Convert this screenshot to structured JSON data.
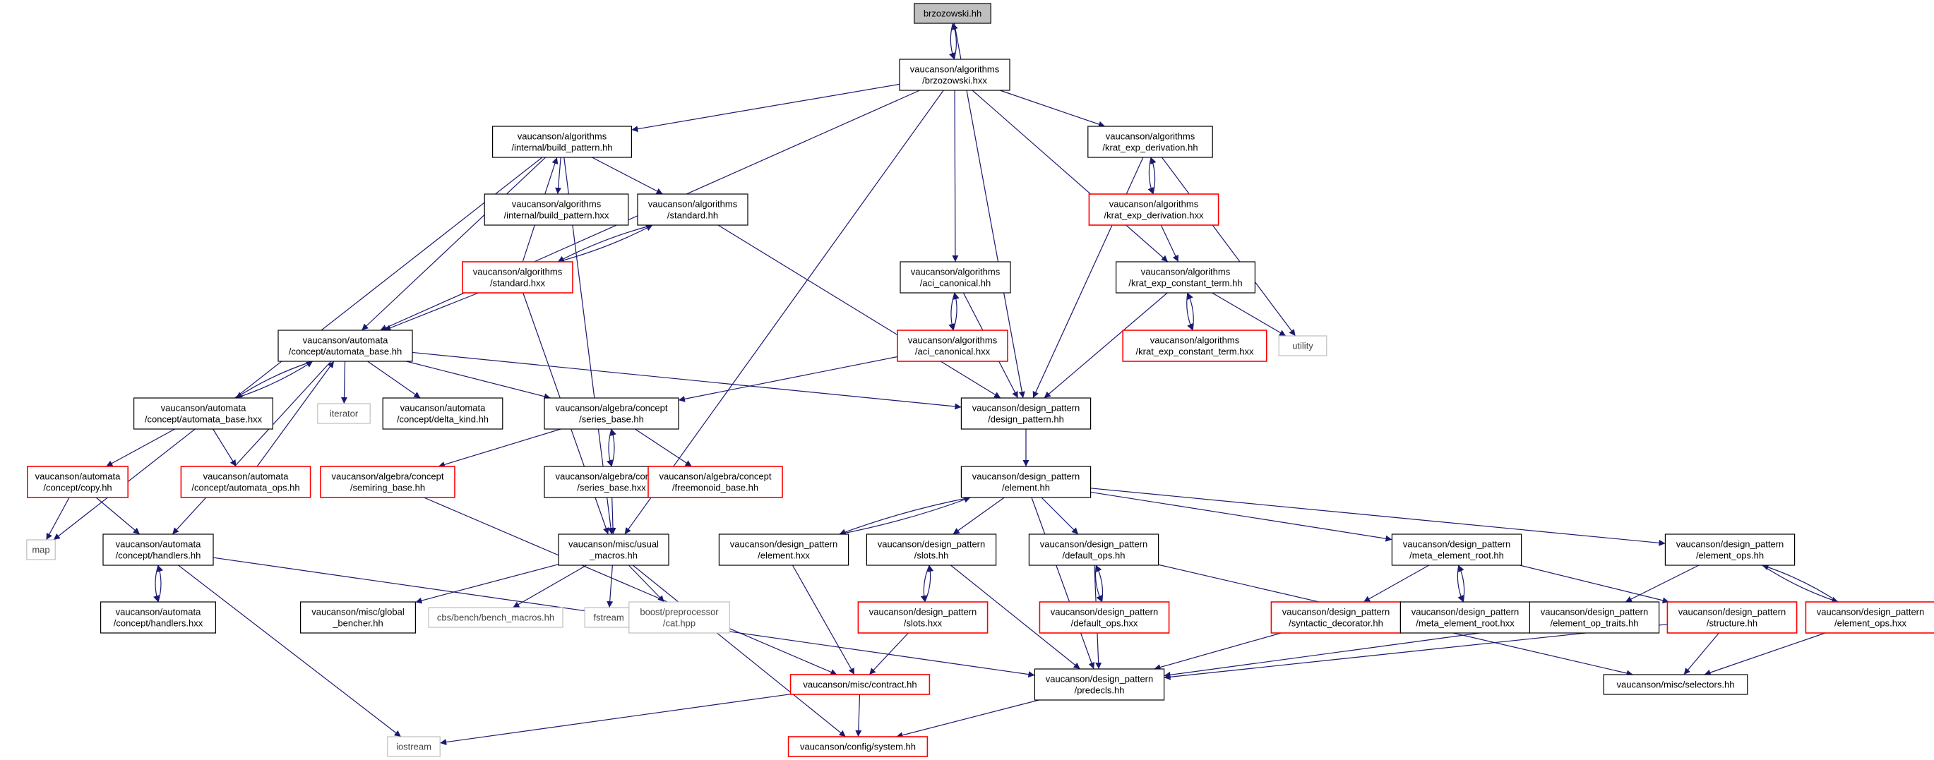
{
  "style": {
    "edge_color": "#191970",
    "box_black": "#000000",
    "box_red": "#ff0000",
    "box_gray": "#bfbfbf",
    "root_fill": "#bfbfbf",
    "fill": "#ffffff"
  },
  "nodes": [
    {
      "id": "n0",
      "kind": "root",
      "lines": [
        "brzozowski.hh"
      ]
    },
    {
      "id": "n1",
      "kind": "black",
      "lines": [
        "vaucanson/algorithms",
        "/brzozowski.hxx"
      ]
    },
    {
      "id": "n2",
      "kind": "black",
      "lines": [
        "vaucanson/algorithms",
        "/internal/build_pattern.hh"
      ]
    },
    {
      "id": "n3",
      "kind": "black",
      "lines": [
        "vaucanson/algorithms",
        "/krat_exp_derivation.hh"
      ]
    },
    {
      "id": "n4",
      "kind": "black",
      "lines": [
        "vaucanson/algorithms",
        "/internal/build_pattern.hxx"
      ]
    },
    {
      "id": "n5",
      "kind": "black",
      "lines": [
        "vaucanson/algorithms",
        "/standard.hh"
      ]
    },
    {
      "id": "n6",
      "kind": "red",
      "lines": [
        "vaucanson/algorithms",
        "/standard.hxx"
      ]
    },
    {
      "id": "n7",
      "kind": "black",
      "lines": [
        "vaucanson/algorithms",
        "/aci_canonical.hh"
      ]
    },
    {
      "id": "n8",
      "kind": "red",
      "lines": [
        "vaucanson/algorithms",
        "/aci_canonical.hxx"
      ]
    },
    {
      "id": "n9",
      "kind": "red",
      "lines": [
        "vaucanson/algorithms",
        "/krat_exp_derivation.hxx"
      ]
    },
    {
      "id": "n10",
      "kind": "black",
      "lines": [
        "vaucanson/algorithms",
        "/krat_exp_constant_term.hh"
      ]
    },
    {
      "id": "n11",
      "kind": "red",
      "lines": [
        "vaucanson/algorithms",
        "/krat_exp_constant_term.hxx"
      ]
    },
    {
      "id": "n12",
      "kind": "gray",
      "lines": [
        "utility"
      ]
    },
    {
      "id": "n13",
      "kind": "black",
      "lines": [
        "vaucanson/automata",
        "/concept/automata_base.hh"
      ]
    },
    {
      "id": "n14",
      "kind": "gray",
      "lines": [
        "iterator"
      ]
    },
    {
      "id": "n15",
      "kind": "black",
      "lines": [
        "vaucanson/automata",
        "/concept/delta_kind.hh"
      ]
    },
    {
      "id": "n16",
      "kind": "black",
      "lines": [
        "vaucanson/automata",
        "/concept/automata_base.hxx"
      ]
    },
    {
      "id": "n17",
      "kind": "black",
      "lines": [
        "vaucanson/algebra/concept",
        "/series_base.hh"
      ]
    },
    {
      "id": "n18",
      "kind": "black",
      "lines": [
        "vaucanson/design_pattern",
        "/design_pattern.hh"
      ]
    },
    {
      "id": "n19",
      "kind": "red",
      "lines": [
        "vaucanson/automata",
        "/concept/copy.hh"
      ]
    },
    {
      "id": "n20",
      "kind": "red",
      "lines": [
        "vaucanson/automata",
        "/concept/automata_ops.hh"
      ]
    },
    {
      "id": "n21",
      "kind": "red",
      "lines": [
        "vaucanson/algebra/concept",
        "/semiring_base.hh"
      ]
    },
    {
      "id": "n22",
      "kind": "black",
      "lines": [
        "vaucanson/algebra/concept",
        "/series_base.hxx"
      ]
    },
    {
      "id": "n23",
      "kind": "red",
      "lines": [
        "vaucanson/algebra/concept",
        "/freemonoid_base.hh"
      ]
    },
    {
      "id": "n24",
      "kind": "black",
      "lines": [
        "vaucanson/design_pattern",
        "/element.hh"
      ]
    },
    {
      "id": "n25",
      "kind": "gray",
      "lines": [
        "map"
      ]
    },
    {
      "id": "n26",
      "kind": "black",
      "lines": [
        "vaucanson/automata",
        "/concept/handlers.hh"
      ]
    },
    {
      "id": "n27",
      "kind": "black",
      "lines": [
        "vaucanson/misc/usual",
        "_macros.hh"
      ]
    },
    {
      "id": "n28",
      "kind": "black",
      "lines": [
        "vaucanson/design_pattern",
        "/element.hxx"
      ]
    },
    {
      "id": "n29",
      "kind": "black",
      "lines": [
        "vaucanson/design_pattern",
        "/slots.hh"
      ]
    },
    {
      "id": "n30",
      "kind": "black",
      "lines": [
        "vaucanson/design_pattern",
        "/default_ops.hh"
      ]
    },
    {
      "id": "n31",
      "kind": "black",
      "lines": [
        "vaucanson/design_pattern",
        "/meta_element_root.hh"
      ]
    },
    {
      "id": "n32",
      "kind": "black",
      "lines": [
        "vaucanson/design_pattern",
        "/element_ops.hh"
      ]
    },
    {
      "id": "n33",
      "kind": "black",
      "lines": [
        "vaucanson/automata",
        "/concept/handlers.hxx"
      ]
    },
    {
      "id": "n34",
      "kind": "black",
      "lines": [
        "vaucanson/misc/global",
        "_bencher.hh"
      ]
    },
    {
      "id": "n35",
      "kind": "gray",
      "lines": [
        "cbs/bench/bench_macros.hh"
      ]
    },
    {
      "id": "n36",
      "kind": "gray",
      "lines": [
        "fstream"
      ]
    },
    {
      "id": "n37",
      "kind": "gray",
      "lines": [
        "boost/preprocessor",
        "/cat.hpp"
      ]
    },
    {
      "id": "n38",
      "kind": "red",
      "lines": [
        "vaucanson/design_pattern",
        "/slots.hxx"
      ]
    },
    {
      "id": "n39",
      "kind": "red",
      "lines": [
        "vaucanson/design_pattern",
        "/default_ops.hxx"
      ]
    },
    {
      "id": "n40",
      "kind": "red",
      "lines": [
        "vaucanson/design_pattern",
        "/syntactic_decorator.hh"
      ]
    },
    {
      "id": "n41",
      "kind": "black",
      "lines": [
        "vaucanson/design_pattern",
        "/meta_element_root.hxx"
      ]
    },
    {
      "id": "n42",
      "kind": "black",
      "lines": [
        "vaucanson/design_pattern",
        "/element_op_traits.hh"
      ]
    },
    {
      "id": "n43",
      "kind": "red",
      "lines": [
        "vaucanson/design_pattern",
        "/structure.hh"
      ]
    },
    {
      "id": "n44",
      "kind": "red",
      "lines": [
        "vaucanson/design_pattern",
        "/element_ops.hxx"
      ]
    },
    {
      "id": "n45",
      "kind": "red",
      "lines": [
        "vaucanson/misc/contract.hh"
      ]
    },
    {
      "id": "n46",
      "kind": "black",
      "lines": [
        "vaucanson/design_pattern",
        "/predecls.hh"
      ]
    },
    {
      "id": "n47",
      "kind": "black",
      "lines": [
        "vaucanson/misc/selectors.hh"
      ]
    },
    {
      "id": "n48",
      "kind": "gray",
      "lines": [
        "iostream"
      ]
    },
    {
      "id": "n49",
      "kind": "red",
      "lines": [
        "vaucanson/config/system.hh"
      ]
    }
  ],
  "edges": [
    [
      "n0",
      "n1"
    ],
    [
      "n1",
      "n0"
    ],
    [
      "n0",
      "n18"
    ],
    [
      "n1",
      "n2"
    ],
    [
      "n1",
      "n3"
    ],
    [
      "n1",
      "n7"
    ],
    [
      "n1",
      "n10"
    ],
    [
      "n1",
      "n13"
    ],
    [
      "n1",
      "n27"
    ],
    [
      "n2",
      "n4"
    ],
    [
      "n2",
      "n5"
    ],
    [
      "n2",
      "n13"
    ],
    [
      "n2",
      "n25"
    ],
    [
      "n2",
      "n27"
    ],
    [
      "n3",
      "n9"
    ],
    [
      "n9",
      "n3"
    ],
    [
      "n3",
      "n12"
    ],
    [
      "n3",
      "n18"
    ],
    [
      "n9",
      "n10"
    ],
    [
      "n5",
      "n6"
    ],
    [
      "n6",
      "n5"
    ],
    [
      "n6",
      "n2"
    ],
    [
      "n6",
      "n13"
    ],
    [
      "n6",
      "n27"
    ],
    [
      "n5",
      "n18"
    ],
    [
      "n7",
      "n8"
    ],
    [
      "n8",
      "n7"
    ],
    [
      "n7",
      "n18"
    ],
    [
      "n8",
      "n17"
    ],
    [
      "n10",
      "n11"
    ],
    [
      "n11",
      "n10"
    ],
    [
      "n10",
      "n12"
    ],
    [
      "n10",
      "n18"
    ],
    [
      "n13",
      "n14"
    ],
    [
      "n13",
      "n15"
    ],
    [
      "n13",
      "n16"
    ],
    [
      "n16",
      "n13"
    ],
    [
      "n13",
      "n17"
    ],
    [
      "n13",
      "n18"
    ],
    [
      "n13",
      "n26"
    ],
    [
      "n16",
      "n19"
    ],
    [
      "n16",
      "n20"
    ],
    [
      "n20",
      "n13"
    ],
    [
      "n19",
      "n25"
    ],
    [
      "n19",
      "n26"
    ],
    [
      "n17",
      "n21"
    ],
    [
      "n17",
      "n22"
    ],
    [
      "n22",
      "n17"
    ],
    [
      "n17",
      "n23"
    ],
    [
      "n22",
      "n27"
    ],
    [
      "n21",
      "n45"
    ],
    [
      "n18",
      "n24"
    ],
    [
      "n24",
      "n28"
    ],
    [
      "n28",
      "n24"
    ],
    [
      "n24",
      "n29"
    ],
    [
      "n24",
      "n30"
    ],
    [
      "n24",
      "n31"
    ],
    [
      "n24",
      "n32"
    ],
    [
      "n24",
      "n46"
    ],
    [
      "n26",
      "n33"
    ],
    [
      "n33",
      "n26"
    ],
    [
      "n26",
      "n46"
    ],
    [
      "n26",
      "n48"
    ],
    [
      "n27",
      "n34"
    ],
    [
      "n27",
      "n35"
    ],
    [
      "n27",
      "n36"
    ],
    [
      "n27",
      "n37"
    ],
    [
      "n27",
      "n49"
    ],
    [
      "n28",
      "n45"
    ],
    [
      "n29",
      "n38"
    ],
    [
      "n38",
      "n29"
    ],
    [
      "n29",
      "n46"
    ],
    [
      "n38",
      "n45"
    ],
    [
      "n30",
      "n39"
    ],
    [
      "n39",
      "n30"
    ],
    [
      "n30",
      "n46"
    ],
    [
      "n30",
      "n47"
    ],
    [
      "n31",
      "n40"
    ],
    [
      "n31",
      "n41"
    ],
    [
      "n41",
      "n31"
    ],
    [
      "n31",
      "n43"
    ],
    [
      "n40",
      "n46"
    ],
    [
      "n32",
      "n42"
    ],
    [
      "n32",
      "n44"
    ],
    [
      "n44",
      "n32"
    ],
    [
      "n42",
      "n46"
    ],
    [
      "n43",
      "n46"
    ],
    [
      "n43",
      "n47"
    ],
    [
      "n44",
      "n47"
    ],
    [
      "n45",
      "n48"
    ],
    [
      "n45",
      "n49"
    ],
    [
      "n46",
      "n49"
    ]
  ]
}
